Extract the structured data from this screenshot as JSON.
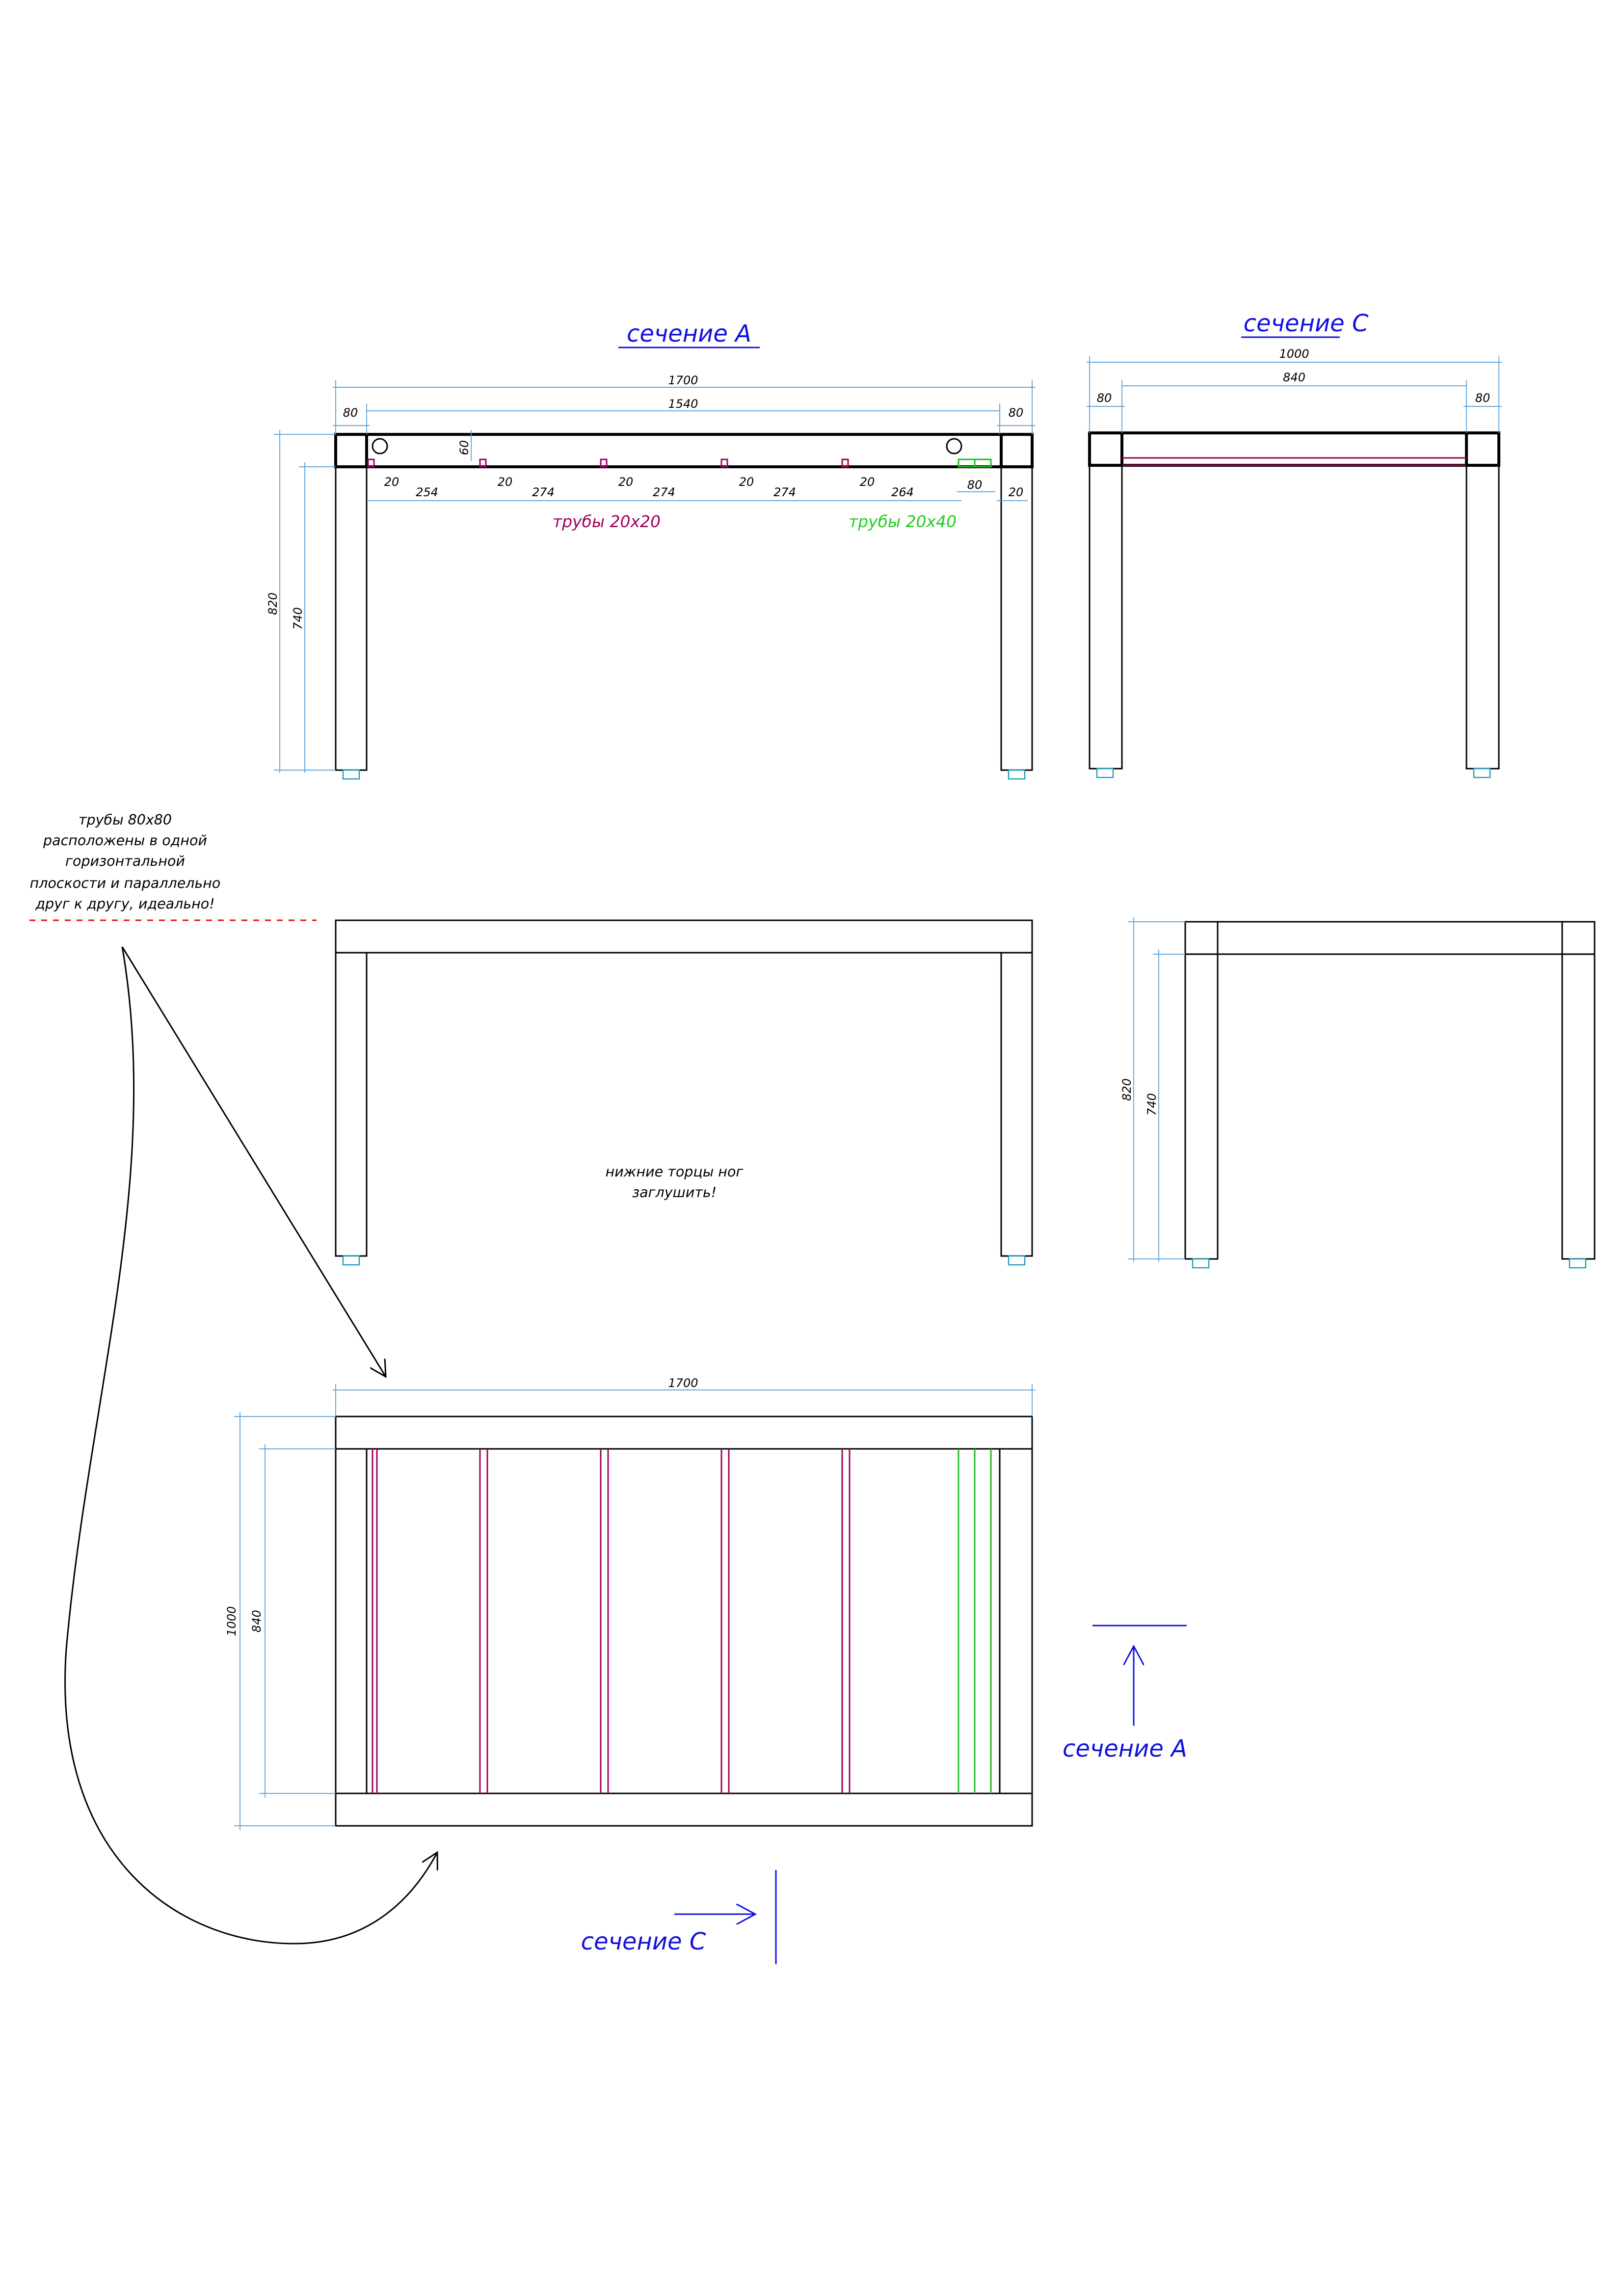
{
  "section_a": {
    "title": "сечение A",
    "dim_total": "1700",
    "dim_inner": "1540",
    "dim_left": "80",
    "dim_right": "80",
    "dim_height": "820",
    "dim_leg": "740",
    "dim_60": "60",
    "spacings": [
      "20",
      "254",
      "20",
      "274",
      "20",
      "274",
      "20",
      "274",
      "20",
      "264",
      "80",
      "20"
    ],
    "label_20x20": "трубы  20x20",
    "label_20x40": "трубы  20x40"
  },
  "section_c": {
    "title": "сечение C",
    "dim_total": "1000",
    "dim_inner": "840",
    "dim_left": "80",
    "dim_right": "80"
  },
  "note": {
    "lines": [
      "трубы  80x80",
      "расположены в одной",
      "горизонтальной",
      "плоскости и параллельно",
      "друг к другу, идеально!"
    ]
  },
  "front_view": {
    "note_lines": [
      "нижние торцы ног",
      "заглушить!"
    ]
  },
  "side_view": {
    "dim_height": "820",
    "dim_leg": "740"
  },
  "plan_view": {
    "dim_length": "1700",
    "dim_width": "1000",
    "dim_inner": "840",
    "marker_a": "сечение A",
    "marker_c": "сечение C"
  },
  "colors": {
    "tube_20x20": "#a0005a",
    "tube_20x40": "#22cc22",
    "dimension": "#5aa0d8",
    "section_label": "#1010e0"
  }
}
